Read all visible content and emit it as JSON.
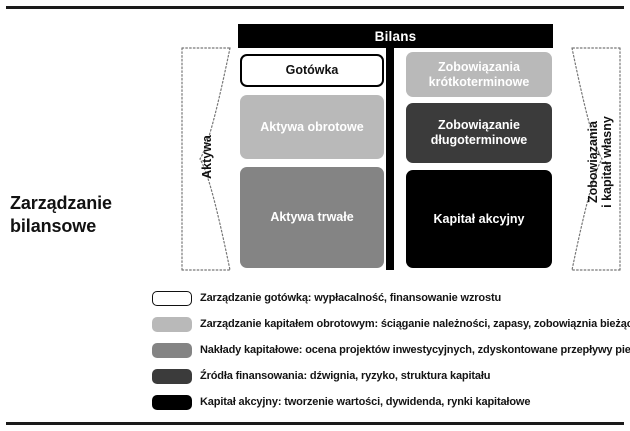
{
  "page_title": "Zarządzanie\nbilansowe",
  "page_title_line1": "Zarządzanie",
  "page_title_line2": "bilansowe",
  "diagram": {
    "header_label": "Bilans",
    "assets_side": {
      "brace_label": "Aktywa",
      "boxes": [
        {
          "label": "Gotówka",
          "style": "white",
          "color": "#ffffff"
        },
        {
          "label": "Aktywa obrotowe",
          "style": "light",
          "color": "#b9b9b9"
        },
        {
          "label": "Aktywa trwałe",
          "style": "mid",
          "color": "#848484"
        }
      ]
    },
    "liabilities_side": {
      "brace_label_line1": "Zobowiązania",
      "brace_label_line2": "i kapitał własny",
      "boxes": [
        {
          "label": "Zobowiązania krótkoterminowe",
          "label_line1": "Zobowiązania",
          "label_line2": "krótkoterminowe",
          "style": "light",
          "color": "#b9b9b9"
        },
        {
          "label": "Zobowiązanie długoterminowe",
          "label_line1": "Zobowiązanie",
          "label_line2": "długoterminowe",
          "style": "dark",
          "color": "#3b3b3b"
        },
        {
          "label": "Kapitał akcyjny",
          "style": "black",
          "color": "#000000"
        }
      ]
    }
  },
  "legend": {
    "items": [
      {
        "swatch": "white",
        "color": "#ffffff",
        "text": "Zarządzanie gotówką: wypłacalność, finansowanie wzrostu"
      },
      {
        "swatch": "light",
        "color": "#b9b9b9",
        "text": "Zarządzanie kapitałem obrotowym: ściąganie należności, zapasy, zobowiąznia bieżące"
      },
      {
        "swatch": "mid",
        "color": "#848484",
        "text": "Nakłady kapitałowe: ocena projektów inwestycyjnych, zdyskontowane przepływy pieniężne"
      },
      {
        "swatch": "dark",
        "color": "#3b3b3b",
        "text": "Źródła finansowania: dźwignia, ryzyko, struktura kapitału"
      },
      {
        "swatch": "black",
        "color": "#000000",
        "text": "Kapitał akcyjny: tworzenie wartości, dywidenda, rynki kapitałowe"
      }
    ]
  }
}
